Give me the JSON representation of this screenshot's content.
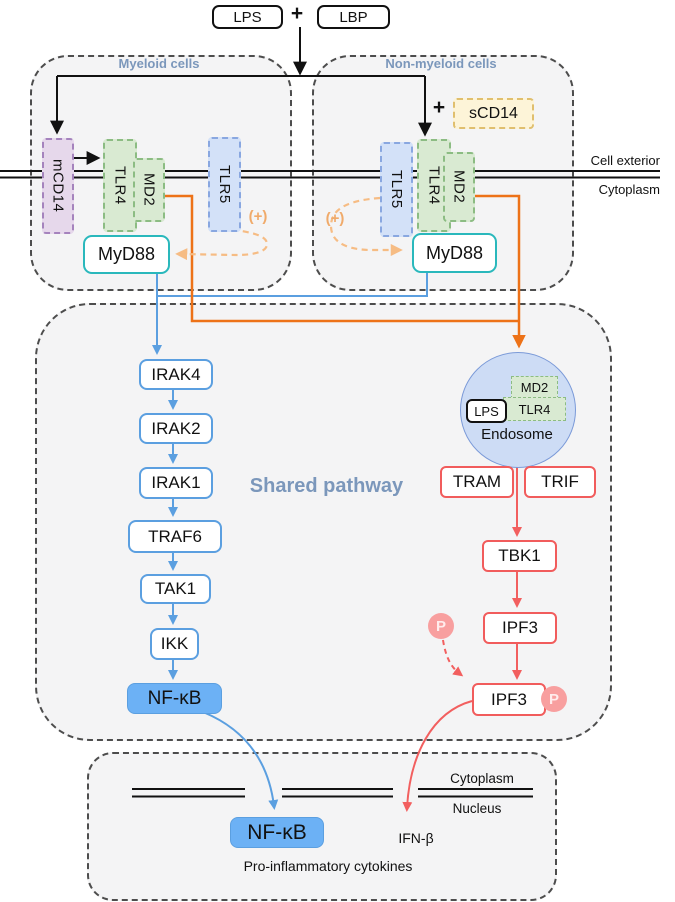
{
  "ligands": {
    "lps": "LPS",
    "plus": "+",
    "lbp": "LBP"
  },
  "membrane_labels": {
    "exterior": "Cell exterior",
    "cytoplasm": "Cytoplasm"
  },
  "myeloid": {
    "title": "Myeloid cells",
    "mcd14": "mCD14",
    "tlr4": "TLR4",
    "md2": "MD2",
    "tlr5": "TLR5",
    "myd88": "MyD88",
    "plus_label": "(+)"
  },
  "non_myeloid": {
    "title": "Non-myeloid cells",
    "plus": "+",
    "scd14": "sCD14",
    "tlr5": "TLR5",
    "tlr4": "TLR4",
    "md2": "MD2",
    "myd88": "MyD88",
    "plus_label": "(+)"
  },
  "shared": {
    "title": "Shared pathway",
    "kinase_chain": [
      "IRAK4",
      "IRAK2",
      "IRAK1",
      "TRAF6",
      "TAK1",
      "IKK"
    ],
    "nfkb": "NF-κB",
    "endosome": {
      "label": "Endosome",
      "lps": "LPS",
      "md2": "MD2",
      "tlr4": "TLR4"
    },
    "tram": "TRAM",
    "trif": "TRIF",
    "tbk1": "TBK1",
    "ipf3_a": "IPF3",
    "ipf3_b": "IPF3",
    "phospho": "P"
  },
  "nucleus": {
    "cytoplasm": "Cytoplasm",
    "nucleus": "Nucleus",
    "nfkb": "NF-κB",
    "ifn_beta": "IFN-β",
    "cytokines": "Pro-inflammatory cytokines"
  },
  "colors": {
    "blue_arrow": "#5b9fe0",
    "orange_arrow": "#ed7218",
    "orange_dashed": "#f6bc84",
    "red": "#f25f5f",
    "teal": "#2ab8bc",
    "label_blue": "#7b97bb",
    "nfkb_fill": "#6cb1f5",
    "green_fill": "#d9ead2",
    "green_border": "#8cbc83",
    "purple_fill": "#e6d8eb",
    "purple_border": "#a583bd",
    "blue_fill": "#d3e1f8",
    "blue_border": "#89a7e0",
    "yellow_fill": "#fdf4d8",
    "yellow_border": "#e0bf6e",
    "endosome_fill": "#cddcf5",
    "endosome_border": "#7b9ad8",
    "p_fill": "#f89f9f"
  }
}
